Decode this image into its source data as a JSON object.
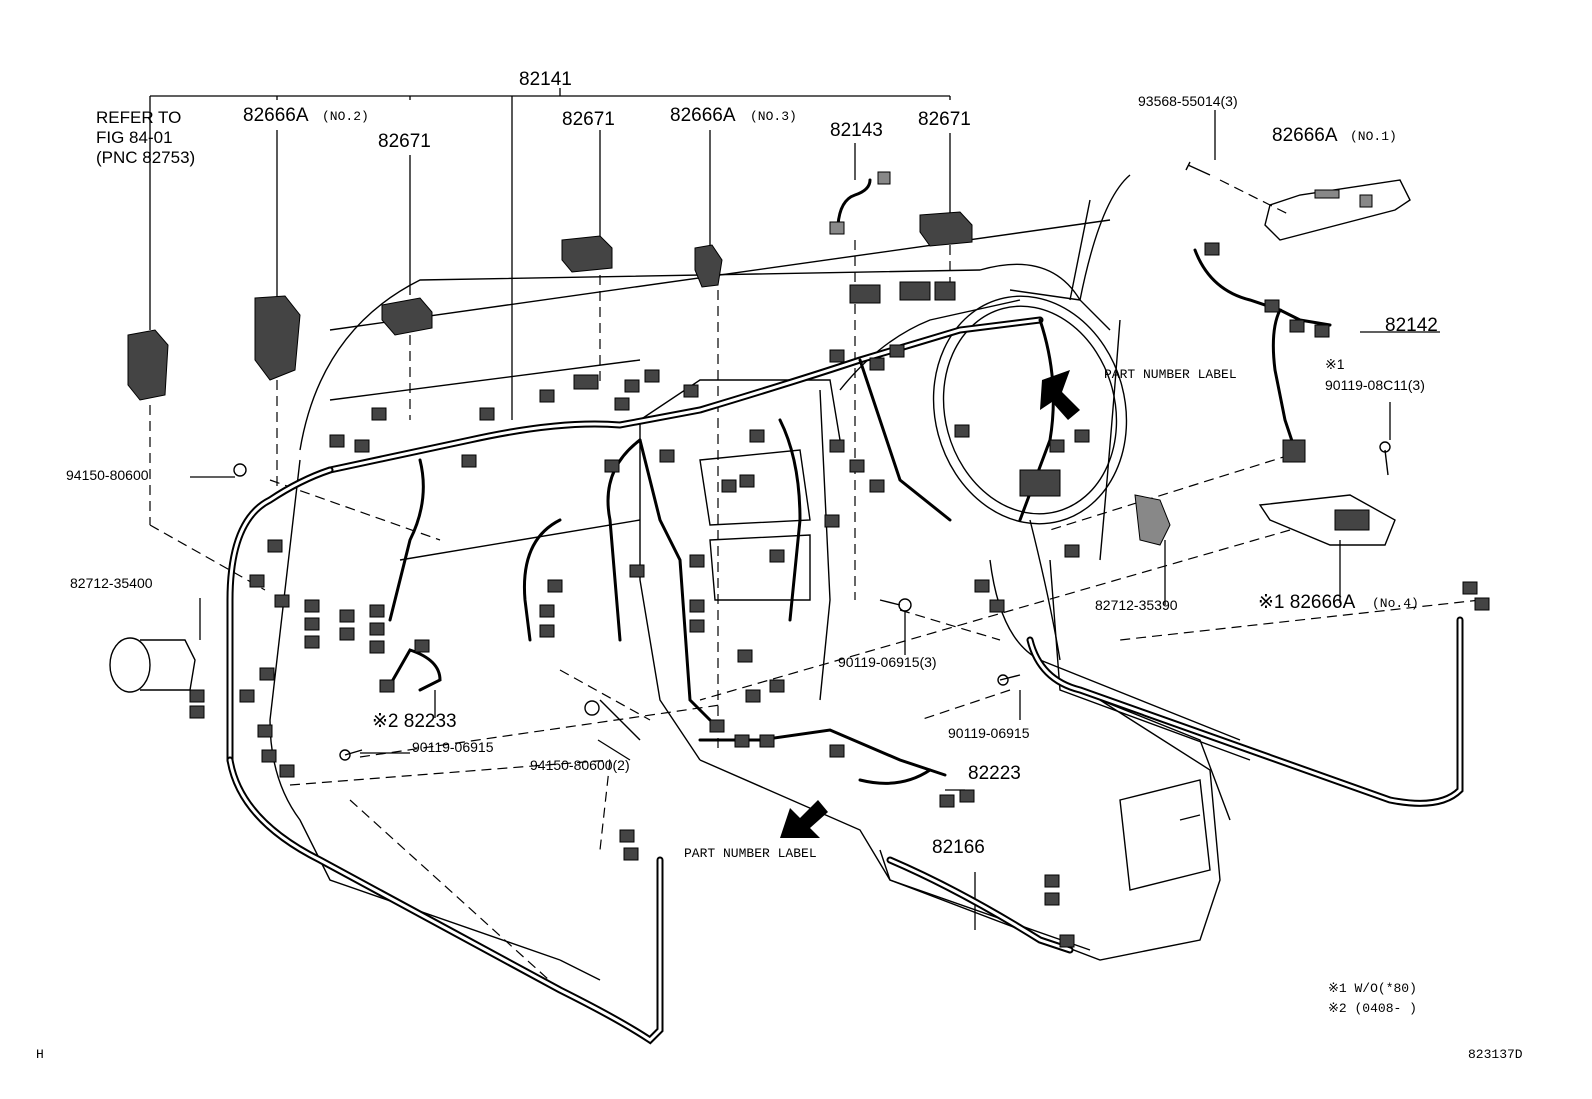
{
  "labels": {
    "p82141": "82141",
    "refer": "REFER TO",
    "fig": "FIG  84-01",
    "pnc": "(PNC 82753)",
    "p82666a_no2": "82666A",
    "no2": "(NO.2)",
    "p82671_a": "82671",
    "p82671_b": "82671",
    "p82666a_no3": "82666A",
    "no3": "(NO.3)",
    "p82143": "82143",
    "p82671_c": "82671",
    "p93568": "93568-55014(3)",
    "p82666a_no1": "82666A",
    "no1": "(NO.1)",
    "p82142": "82142",
    "note1_mark": "※1",
    "p90119_08c11": "90119-08C11(3)",
    "part_label_1": "PART NUMBER LABEL",
    "p94150_a": "94150-80600",
    "p82712_35400": "82712-35400",
    "p82712_35390": "82712-35390",
    "note1_82666a_no4": "※1 82666A",
    "no4": "(No.4)",
    "p90119_06915_3": "90119-06915(3)",
    "p90119_06915_a": "90119-06915",
    "p90119_06915_b": "90119-06915",
    "note2_82233": "※2 82233",
    "p94150_b": "94150-80600(2)",
    "p82223": "82223",
    "part_label_2": "PART NUMBER LABEL",
    "p82166": "82166"
  },
  "footnotes": {
    "f1": "※1 W/O(*80)",
    "f2": "※2 (0408-     )"
  },
  "corner_left": "H",
  "corner_right": "823137D"
}
